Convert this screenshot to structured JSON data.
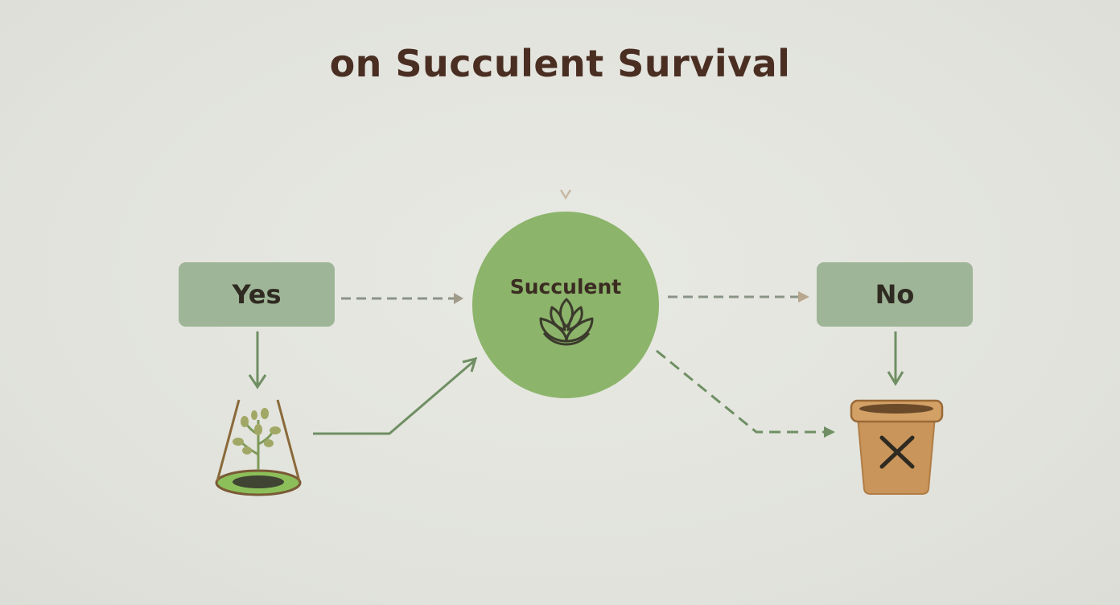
{
  "title": "on Succulent Survival",
  "nodes": {
    "center": "Succulent",
    "yes": "Yes",
    "no": "No"
  },
  "colors": {
    "background": "#e4e5df",
    "title_text": "#4a2e22",
    "box_fill": "#9fb597",
    "circle_fill": "#8cb46b",
    "arrow_green": "#6f8f63",
    "arrow_tan": "#b8a78e",
    "pot_fill": "#c9955a"
  },
  "icons": {
    "center": "succulent-rosette-icon",
    "yes_outcome": "terrarium-plant-icon",
    "no_outcome": "flower-pot-x-icon"
  }
}
